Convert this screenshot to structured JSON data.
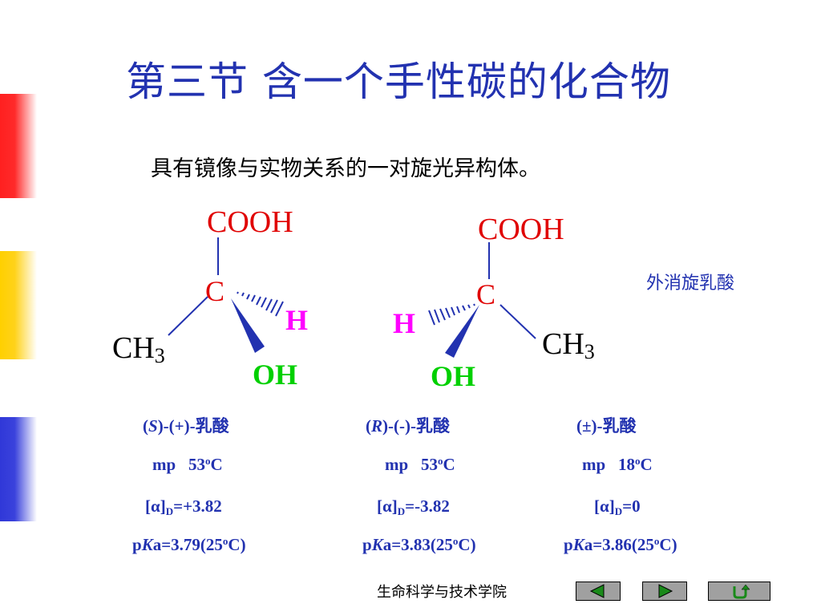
{
  "title": "第三节  含一个手性碳的化合物",
  "subtitle": "具有镜像与实物关系的一对旋光异构体。",
  "molecule_left": {
    "cooh": "COOH",
    "center": "C",
    "h": "H",
    "ch3_main": "CH",
    "ch3_sub": "3",
    "oh": "OH"
  },
  "molecule_right": {
    "cooh": "COOH",
    "center": "C",
    "h": "H",
    "ch3_main": "CH",
    "ch3_sub": "3",
    "oh": "OH"
  },
  "meso_label": "外消旋乳酸",
  "compounds": [
    {
      "name_prefix": "(",
      "name_config": "S",
      "name_suffix": ")-(+)-乳酸",
      "mp_label": "mp",
      "mp_value": "53",
      "mp_unit": "o",
      "mp_c": "C",
      "alpha_open": "[α]",
      "alpha_sub": "D",
      "alpha_value": "=+3.82",
      "pka_p": "p",
      "pka_k": "K",
      "pka_value": "a=3.79(25",
      "pka_deg": "o",
      "pka_close": "C)"
    },
    {
      "name_prefix": "(",
      "name_config": "R",
      "name_suffix": ")-(-)-乳酸",
      "mp_label": "mp",
      "mp_value": "53",
      "mp_unit": "o",
      "mp_c": "C",
      "alpha_open": "[α]",
      "alpha_sub": "D",
      "alpha_value": "=-3.82",
      "pka_p": "p",
      "pka_k": "K",
      "pka_value": "a=3.83(25",
      "pka_deg": "o",
      "pka_close": "C)"
    },
    {
      "name_prefix": "(±)-乳酸",
      "name_config": "",
      "name_suffix": "",
      "mp_label": "mp",
      "mp_value": "18",
      "mp_unit": "o",
      "mp_c": "C",
      "alpha_open": "[α]",
      "alpha_sub": "D",
      "alpha_value": "=0",
      "pka_p": "p",
      "pka_k": "K",
      "pka_value": "a=3.86(25",
      "pka_deg": "o",
      "pka_close": "C)"
    }
  ],
  "footer": "生命科学与技术学院",
  "nav": {
    "prev": "previous-slide-icon",
    "next": "next-slide-icon",
    "return": "return-icon"
  },
  "colors": {
    "title": "#2232b0",
    "cooh": "#e00000",
    "hydrogen": "#ff00ff",
    "hydroxyl": "#00d000",
    "bond": "#2232b0"
  }
}
